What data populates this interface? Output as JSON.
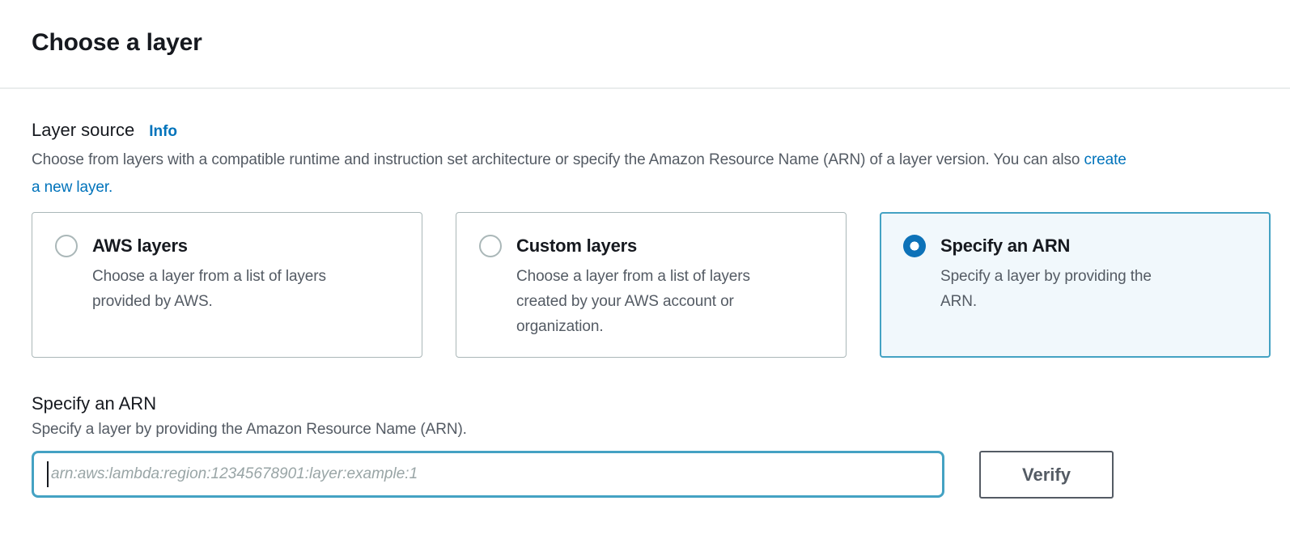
{
  "page": {
    "title": "Choose a layer"
  },
  "layer_source": {
    "label": "Layer source",
    "info_label": "Info",
    "description_text": "Choose from layers with a compatible runtime and instruction set architecture or specify the Amazon Resource Name (ARN) of a layer version. You can also ",
    "link_label": "create a new layer."
  },
  "tiles": [
    {
      "title": "AWS layers",
      "description": "Choose a layer from a list of layers provided by AWS.",
      "selected": false
    },
    {
      "title": "Custom layers",
      "description": "Choose a layer from a list of layers created by your AWS account or organization.",
      "selected": false
    },
    {
      "title": "Specify an ARN",
      "description": "Specify a layer by providing the ARN.",
      "selected": true
    }
  ],
  "arn_section": {
    "title": "Specify an ARN",
    "description": "Specify a layer by providing the Amazon Resource Name (ARN).",
    "input_value": "",
    "input_placeholder": "arn:aws:lambda:region:12345678901:layer:example:1",
    "verify_label": "Verify"
  },
  "colors": {
    "link_blue": "#0073bb",
    "radio_selected_blue": "#0d72b8",
    "selected_tile_border": "#44a2c3",
    "selected_tile_bg": "#f1f8fc",
    "default_border_gray": "#aab7b8",
    "text_dark": "#16191f",
    "text_gray": "#545b64",
    "header_divider": "#eaeded"
  }
}
